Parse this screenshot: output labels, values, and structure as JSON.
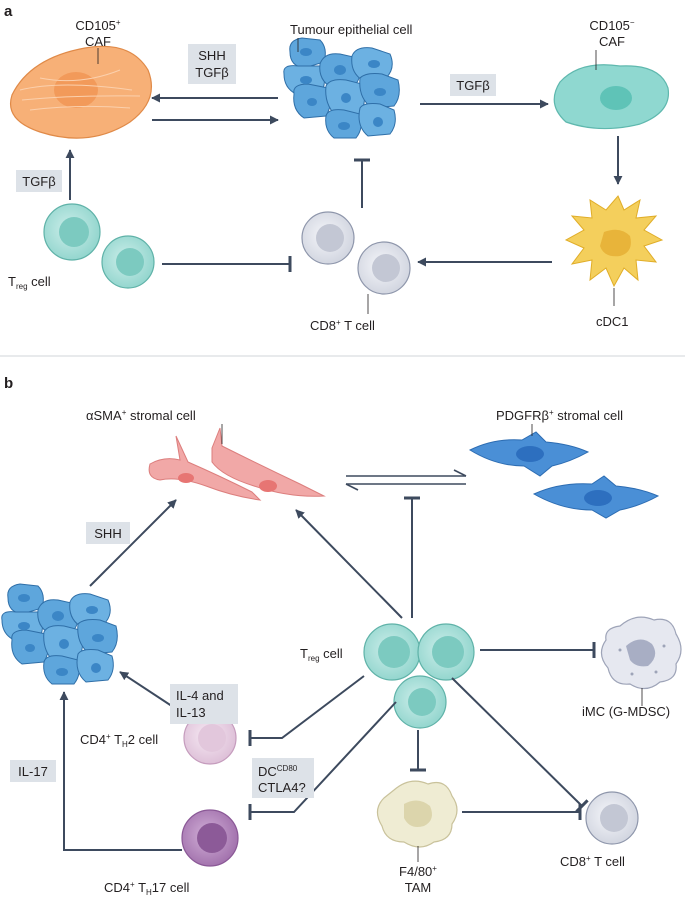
{
  "colors": {
    "arrow": "#3d4a5e",
    "label_box": "#dde2e8",
    "epithelial": "#5ea6dc",
    "caf_pos": "#f7b077",
    "caf_neg": "#8fd8d0",
    "treg": "#a4ddd6",
    "cd8": "#e3e5ed",
    "cdc1": "#f4cf5c",
    "asma": "#f1a8a7",
    "pdgfrb": "#4a8fd6",
    "imc": "#e6e8f0",
    "th2": "#ead2e6",
    "th17": "#b98bc2",
    "tam": "#efecd3"
  },
  "panel_a": {
    "letter": "a",
    "cd105_pos_caf": {
      "name": "CD105",
      "sup": "+",
      "line2": "CAF"
    },
    "tumour_epithelial": "Tumour epithelial cell",
    "cd105_neg_caf": {
      "name": "CD105",
      "sup": "−",
      "line2": "CAF"
    },
    "box_shh_tgfb": {
      "line1": "SHH",
      "line2": "TGFβ"
    },
    "box_tgfb_right": "TGFβ",
    "box_tgfb_left": "TGFβ",
    "treg": {
      "t": "T",
      "sub": "reg",
      "rest": " cell"
    },
    "cd8": {
      "pre": "CD8",
      "sup": "+",
      "rest": " T cell"
    },
    "cdc1": "cDC1"
  },
  "panel_b": {
    "letter": "b",
    "asma": {
      "pre": "αSMA",
      "sup": "+",
      "rest": " stromal cell"
    },
    "pdgfrb": {
      "pre": "PDGFRβ",
      "sup": "+",
      "rest": " stromal cell"
    },
    "box_shh": "SHH",
    "treg": {
      "t": "T",
      "sub": "reg",
      "rest": " cell"
    },
    "imc": "iMC (G-MDSC)",
    "box_il4": {
      "line1": "IL-4 and",
      "line2": "IL-13"
    },
    "box_il17": "IL-17",
    "th2": {
      "pre": "CD4",
      "sup": "+",
      "mid": " T",
      "sub": "H",
      "rest": "2 cell"
    },
    "th17": {
      "pre": "CD4",
      "sup": "+",
      "mid": " T",
      "sub": "H",
      "rest": "17 cell"
    },
    "box_dc": {
      "pre": "DC",
      "sup": "CD80",
      "line2": "CTLA4?"
    },
    "tam": {
      "pre": "F4/80",
      "sup": "+",
      "line2": "TAM"
    },
    "cd8": {
      "pre": "CD8",
      "sup": "+",
      "rest": " T cell"
    }
  }
}
